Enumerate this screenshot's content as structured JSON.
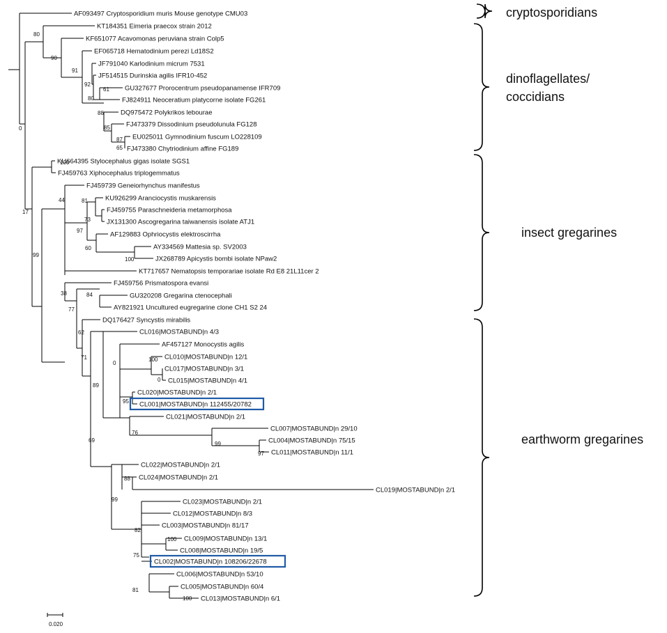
{
  "taxa": [
    "AF093497 Cryptosporidium muris Mouse genotype CMU03",
    "KT184351 Eimeria praecox strain 2012",
    "KF651077 Acavomonas peruviana strain Colp5",
    "EF065718 Hematodinium perezi Ld18S2",
    "JF791040 Karlodinium micrum 7531",
    "JF514515 Durinskia agilis IFR10-452",
    "GU327677 Prorocentrum pseudopanamense IFR709",
    "FJ824911 Neoceratium platycorne isolate FG261",
    "DQ975472 Polykrikos lebourae",
    "FJ473379 Dissodinium pseudolunula FG128",
    "EU025011 Gymnodinium fuscum LO228109",
    "FJ473380 Chytriodinium affine FG189",
    "KU664395 Stylocephalus gigas isolate SGS1",
    "FJ459763 Xiphocephalus triplogemmatus",
    "FJ459739 Geneiorhynchus manifestus",
    "KU926299 Aranciocystis muskarensis",
    "FJ459755 Paraschneideria metamorphosa",
    "JX131300 Ascogregarina taiwanensis isolate ATJ1",
    "AF129883 Ophriocystis elektroscirrha",
    "AY334569 Mattesia sp. SV2003",
    "JX268789 Apicystis bombi isolate NPaw2",
    "KT717657 Nematopsis temporariae isolate Rd E8 21L11cer 2",
    "FJ459756 Prismatospora evansi",
    "GU320208 Gregarina ctenocephali",
    "AY821921 Uncultured eugregarine clone CH1 S2 24",
    "DQ176427 Syncystis mirabilis",
    "CL016|MOSTABUND|n 4/3",
    "AF457127 Monocystis agilis",
    "CL010|MOSTABUND|n 12/1",
    "CL017|MOSTABUND|n 3/1",
    "CL015|MOSTABUND|n 4/1",
    "CL020|MOSTABUND|n 2/1",
    "CL001|MOSTABUND|n 112455/20782",
    "CL021|MOSTABUND|n 2/1",
    "CL007|MOSTABUND|n 29/10",
    "CL004|MOSTABUND|n 75/15",
    "CL011|MOSTABUND|n 11/1",
    "CL022|MOSTABUND|n 2/1",
    "CL024|MOSTABUND|n 2/1",
    "CL019|MOSTABUND|n 2/1",
    "CL023|MOSTABUND|n 2/1",
    "CL012|MOSTABUND|n 8/3",
    "CL003|MOSTABUND|n 81/17",
    "CL009|MOSTABUND|n 13/1",
    "CL008|MOSTABUND|n 19/5",
    "CL002|MOSTABUND|n 108206/22678",
    "CL006|MOSTABUND|n 53/10",
    "CL005|MOSTABUND|n 60/4",
    "CL013|MOSTABUND|n 6/1"
  ],
  "support_values": [
    "80",
    "90",
    "91",
    "92",
    "61",
    "80",
    "88",
    "85",
    "87",
    "65",
    "0",
    "100",
    "17",
    "44",
    "81",
    "73",
    "97",
    "60",
    "100",
    "99",
    "38",
    "84",
    "77",
    "62",
    "71",
    "0",
    "100",
    "0",
    "89",
    "95",
    "76",
    "99",
    "97",
    "69",
    "88",
    "99",
    "82",
    "100",
    "75",
    "81",
    "100"
  ],
  "groups": [
    {
      "name": "cryptosporidians"
    },
    {
      "name": "dinoflagellates/"
    },
    {
      "name": "coccidians"
    },
    {
      "name": "insect gregarines"
    },
    {
      "name": "earthworm gregarines"
    }
  ],
  "highlighted_taxa": [
    "CL001|MOSTABUND|n 112455/20782",
    "CL002|MOSTABUND|n 108206/22678"
  ],
  "scale_bar": {
    "label": "0.020"
  },
  "colors": {
    "highlight": "#1f5aa6",
    "line": "#000000"
  }
}
